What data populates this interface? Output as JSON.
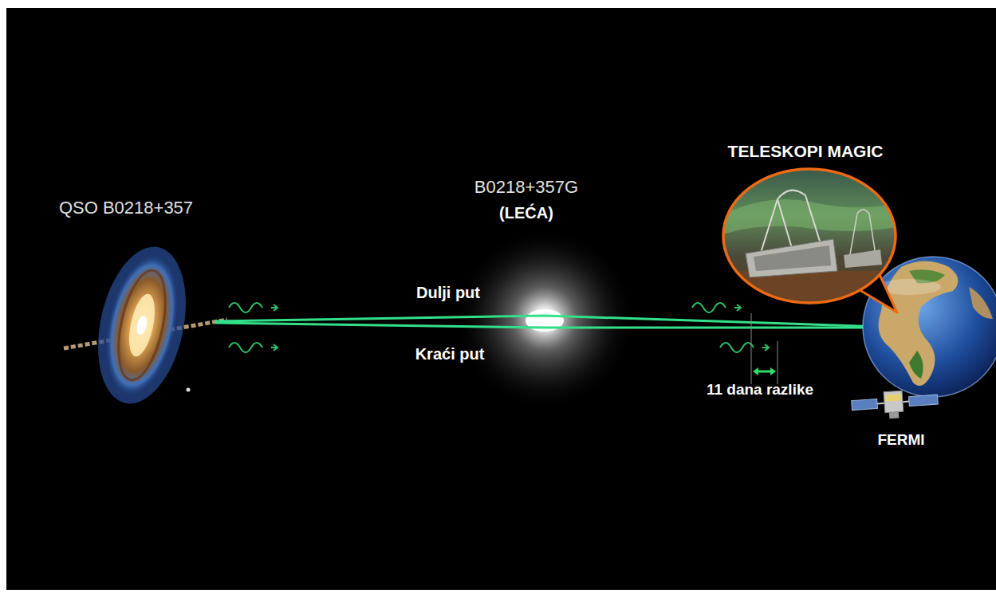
{
  "diagram": {
    "nodes": [
      {
        "text": [
          "QSO B0218+357"
        ]
      },
      {
        "text": [
          "B0218+357G",
          "(LEĆA)"
        ]
      },
      {
        "text": [
          "TELESKOPI MAGIC"
        ]
      },
      {
        "text": [
          "FERMI"
        ]
      }
    ],
    "labels": [
      "Dulji put",
      "Kraći put",
      "11 dana razlike"
    ]
  }
}
